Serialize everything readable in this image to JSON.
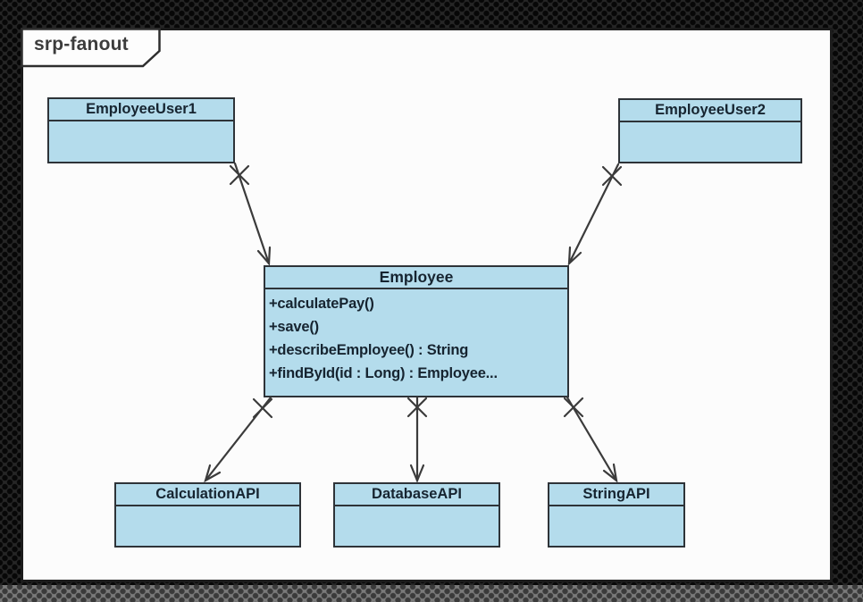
{
  "frame": {
    "label": "srp-fanout"
  },
  "classes": {
    "employee_user1": {
      "name": "EmployeeUser1"
    },
    "employee_user2": {
      "name": "EmployeeUser2"
    },
    "employee": {
      "name": "Employee",
      "methods": [
        "+calculatePay()",
        "+save()",
        "+describeEmployee() : String",
        "+findById(id : Long) : Employee..."
      ]
    },
    "calculation_api": {
      "name": "CalculationAPI"
    },
    "database_api": {
      "name": "DatabaseAPI"
    },
    "string_api": {
      "name": "StringAPI"
    }
  },
  "connectors": [
    {
      "from": "EmployeeUser1",
      "to": "Employee",
      "style": "open-arrow-with-x-marker"
    },
    {
      "from": "EmployeeUser2",
      "to": "Employee",
      "style": "open-arrow-with-x-marker"
    },
    {
      "from": "Employee",
      "to": "CalculationAPI",
      "style": "open-arrow-with-x-marker"
    },
    {
      "from": "Employee",
      "to": "DatabaseAPI",
      "style": "open-arrow-with-x-marker"
    },
    {
      "from": "Employee",
      "to": "StringAPI",
      "style": "open-arrow-with-x-marker"
    }
  ],
  "colors": {
    "class_fill": "#b4dcec",
    "class_border": "#2e3338",
    "class_text": "#162430",
    "connector": "#3b3b3b",
    "canvas_bg": "#fcfcfc",
    "canvas_border": "#1c1c1c",
    "tab_text": "#3c3c3c",
    "outer_background": "#262626",
    "floor_strip": "#7a7a7a"
  }
}
